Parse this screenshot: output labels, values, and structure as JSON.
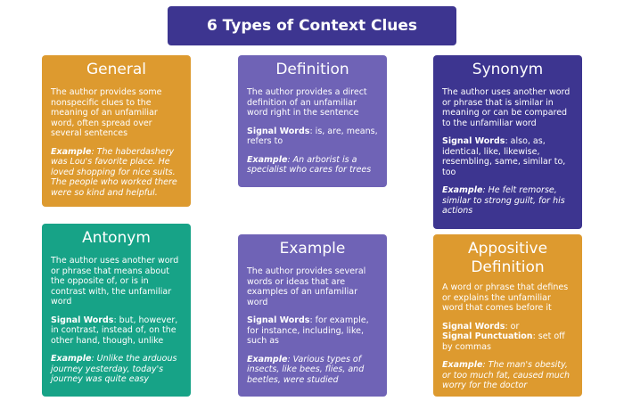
{
  "title": "6 Types of Context Clues",
  "cards": [
    {
      "heading": "General",
      "description": "The author provides some nonspecific clues to the meaning of an unfamiliar word, often spread over several sentences",
      "signal_label": "",
      "signal_text": "",
      "example_label": "Example",
      "example_text": ": The haberdashery was Lou's favorite place. He loved shopping for nice suits. The people who worked there were so kind and helpful.",
      "color": "#dd9a2f"
    },
    {
      "heading": "Definition",
      "description": "The author provides a direct definition of an unfamiliar word right in the sentence",
      "signal_label": "Signal Words",
      "signal_text": ": is, are, means, refers to",
      "example_label": "Example",
      "example_text": ": An arborist is a specialist who cares for trees",
      "color": "#6f63b6"
    },
    {
      "heading": "Synonym",
      "description": "The author uses another word or phrase that is similar in meaning or can be compared to the unfamiliar word",
      "signal_label": "Signal Words",
      "signal_text": ": also, as, identical, like, likewise, resembling, same, similar to, too",
      "example_label": "Example",
      "example_text": ": He felt remorse, similar to strong guilt, for his actions",
      "color": "#3d3590"
    },
    {
      "heading": "Antonym",
      "description": "The author uses another word or phrase that means about the opposite of, or is in contrast with, the unfamiliar word",
      "signal_label": "Signal Words",
      "signal_text": ": but, however, in contrast, instead of, on the other hand, though, unlike",
      "example_label": "Example",
      "example_text": ": Unlike the arduous journey yesterday, today's journey was quite easy",
      "color": "#17a387"
    },
    {
      "heading": "Example",
      "description": "The author provides several words or ideas that are examples of an unfamiliar word",
      "signal_label": "Signal Words",
      "signal_text": ": for example, for instance, including, like, such as",
      "example_label": "Example",
      "example_text": ": Various types of insects, like bees, flies, and beetles, were studied",
      "color": "#6f63b6"
    },
    {
      "heading": "Appositive Definition",
      "description": "A word or phrase that defines or explains the unfamiliar word that comes before it",
      "signal_label": "Signal Words",
      "signal_text": ": or",
      "signal_label_2": "Signal Punctuation",
      "signal_text_2": ": set off by commas",
      "example_label": "Example",
      "example_text": ": The man's obesity, or too much fat, caused much worry for the doctor",
      "color": "#dd9a2f"
    }
  ]
}
